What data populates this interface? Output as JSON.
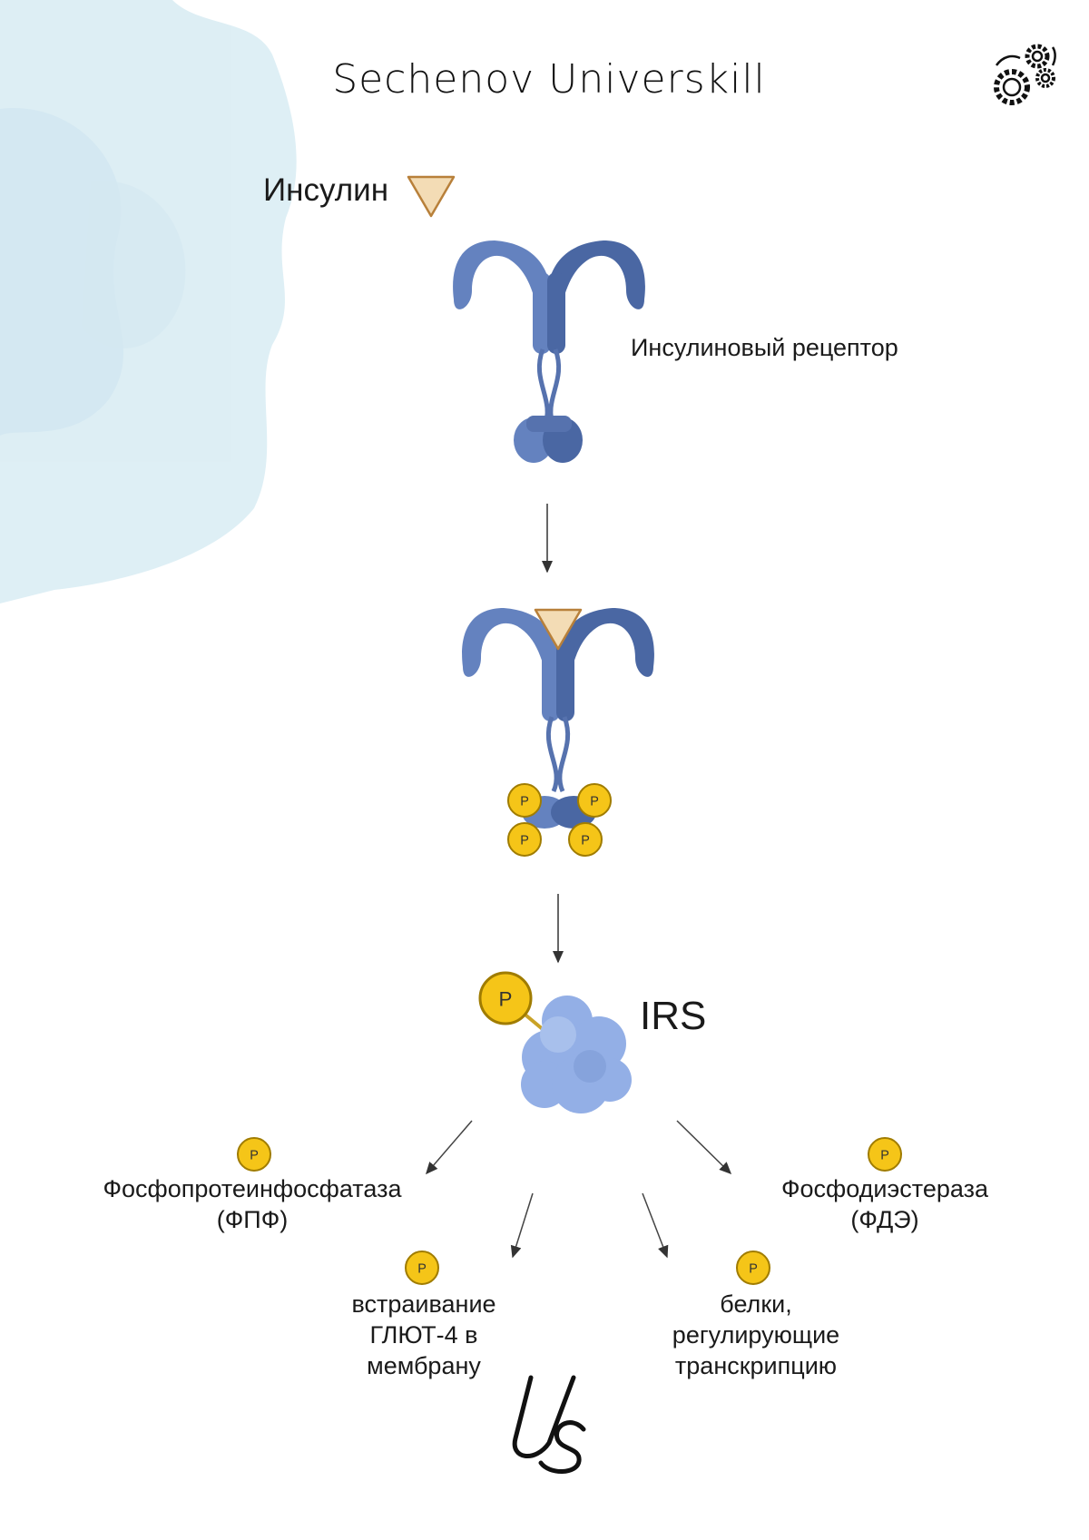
{
  "header": {
    "title": "Sechenov Universkill",
    "icon": "gears-icon"
  },
  "diagram": {
    "insulin_label": "Инсулин",
    "receptor_label": "Инсулиновый рецептор",
    "phosphate_label": "P",
    "irs_label": "IRS",
    "targets": [
      {
        "lines": [
          "Фосфопротеинфосфатаза",
          "(ФПФ)"
        ]
      },
      {
        "lines": [
          "встраивание",
          "ГЛЮТ-4 в",
          "мембрану"
        ]
      },
      {
        "lines": [
          "белки,",
          "регулирующие",
          "транскрипцию"
        ]
      },
      {
        "lines": [
          "Фосфодиэстераза",
          "(ФДЭ)"
        ]
      }
    ]
  },
  "footer": {
    "logo": "US"
  },
  "colors": {
    "receptor_light": "#6482bf",
    "receptor_dark": "#4a67a3",
    "insulin": "#f3dcb5",
    "phosphate": "#f5c518",
    "irs": "#93afe6",
    "watercolor": "#d6ebf2"
  }
}
